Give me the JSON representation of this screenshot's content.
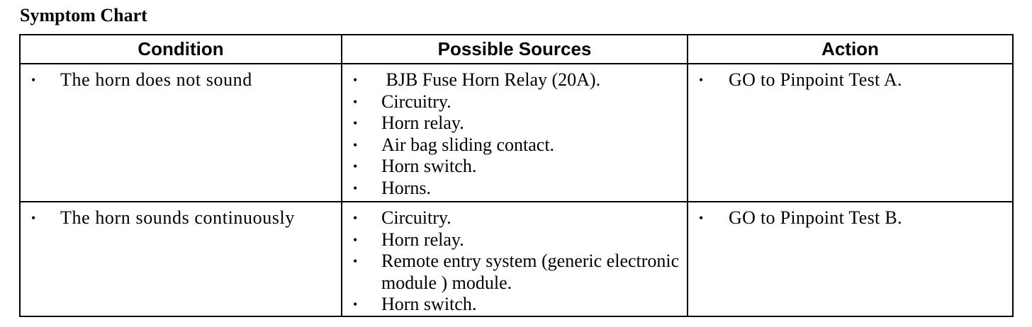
{
  "page": {
    "title": "Symptom Chart"
  },
  "table": {
    "headers": {
      "condition": "Condition",
      "sources": "Possible Sources",
      "action": "Action"
    },
    "rows": [
      {
        "condition": "The horn does not sound",
        "sources": [
          " BJB Fuse Horn Relay (20A).",
          "Circuitry.",
          "Horn relay.",
          "Air bag sliding contact.",
          "Horn switch.",
          "Horns."
        ],
        "action": "GO to Pinpoint Test A."
      },
      {
        "condition": "The horn sounds continuously",
        "sources": [
          "Circuitry.",
          "Horn relay.",
          "Remote entry system (generic electronic module ) module.",
          "Horn switch."
        ],
        "action": "GO to Pinpoint Test B."
      }
    ],
    "bullet_glyph": "•"
  }
}
